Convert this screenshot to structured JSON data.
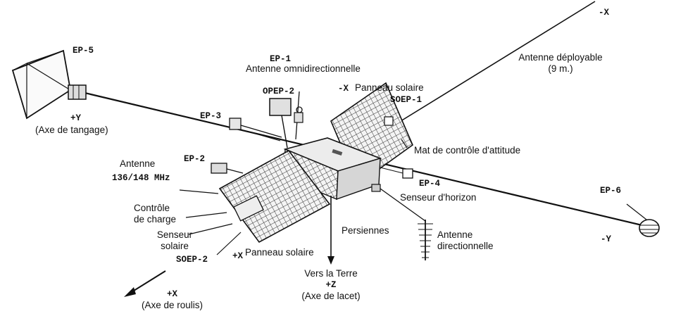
{
  "labels": {
    "minus_x_top": "-X",
    "ep5": "EP-5",
    "plus_y": "+Y",
    "axe_tangage": "(Axe de tangage)",
    "ep1": "EP-1",
    "antenne_omni": "Antenne omnidirectionnelle",
    "antenne_deployable_1": "Antenne déployable",
    "antenne_deployable_2": "(9 m.)",
    "opep2": "OPEP-2",
    "minus_x_panneau": "-X",
    "panneau_solaire_top": "Panneau solaire",
    "soep1": "SOEP-1",
    "ep3": "EP-3",
    "mat_controle": "Mat de contrôle d'attitude",
    "antenne_left": "Antenne",
    "antenne_freq": "136/148 MHz",
    "ep2": "EP-2",
    "ep4": "EP-4",
    "senseur_horizon": "Senseur d'horizon",
    "ep6": "EP-6",
    "controle_1": "Contrôle",
    "controle_2": "de charge",
    "persiennes": "Persiennes",
    "antenne_dir_1": "Antenne",
    "antenne_dir_2": "directionnelle",
    "minus_y": "-Y",
    "senseur_1": "Senseur",
    "senseur_2": "solaire",
    "soep2": "SOEP-2",
    "plus_x_small": "+X",
    "panneau_solaire_bottom": "Panneau solaire",
    "vers_terre": "Vers la Terre",
    "plus_z": "+Z",
    "axe_lacet": "(Axe de lacet)",
    "plus_x": "+X",
    "axe_roulis": "(Axe de roulis)"
  }
}
